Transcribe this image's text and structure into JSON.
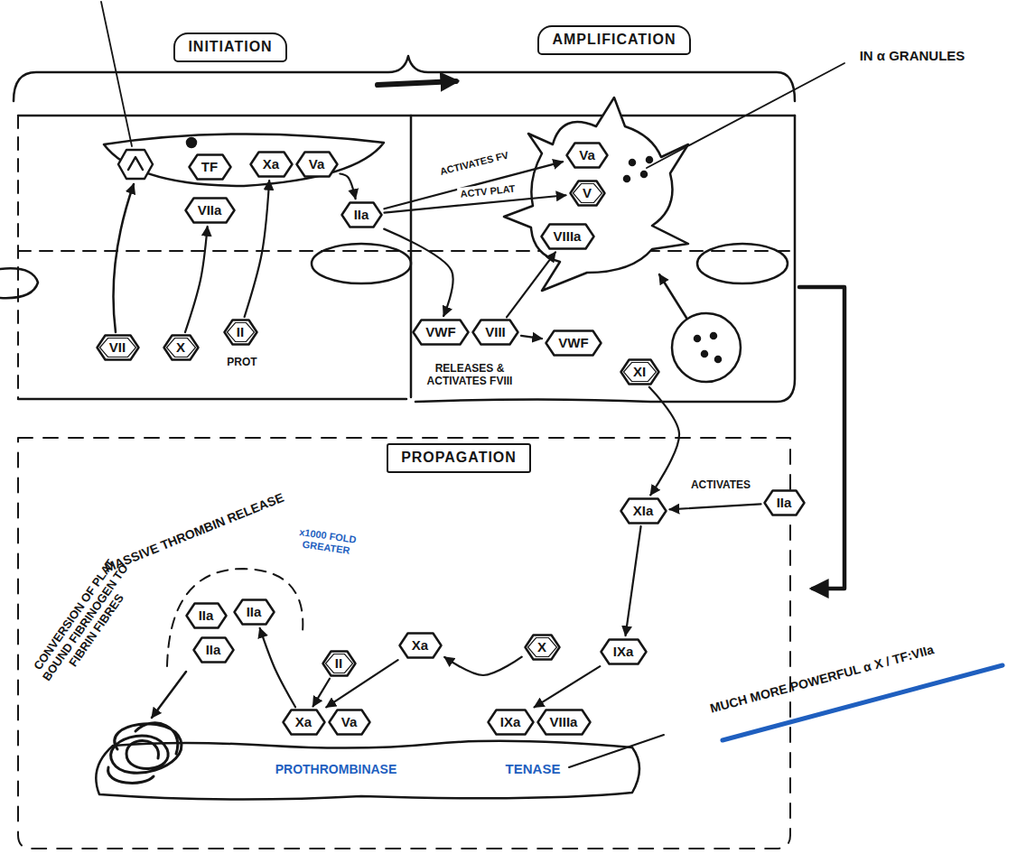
{
  "diagram": {
    "nodes": [
      {
        "text": [
          "INITIATION"
        ]
      },
      {
        "text": [
          "AMPLIFICATION"
        ]
      },
      {
        "text": [
          "PROPAGATION"
        ]
      },
      {
        "text": [
          "TF"
        ]
      },
      {
        "text": [
          "VIIa"
        ]
      },
      {
        "text": [
          "Xa"
        ]
      },
      {
        "text": [
          "Va"
        ]
      },
      {
        "text": [
          "VII"
        ]
      },
      {
        "text": [
          "X"
        ]
      },
      {
        "text": [
          "II"
        ]
      },
      {
        "text": [
          "IIa"
        ]
      },
      {
        "text": [
          "Va"
        ]
      },
      {
        "text": [
          "V"
        ]
      },
      {
        "text": [
          "VIIIa"
        ]
      },
      {
        "text": [
          "VWF"
        ]
      },
      {
        "text": [
          "VIII"
        ]
      },
      {
        "text": [
          "VWF"
        ]
      },
      {
        "text": [
          "XI"
        ]
      },
      {
        "text": [
          "IIa"
        ]
      },
      {
        "text": [
          "XIa"
        ]
      },
      {
        "text": [
          "IXa"
        ]
      },
      {
        "text": [
          "X"
        ]
      },
      {
        "text": [
          "Xa"
        ]
      },
      {
        "text": [
          "II"
        ]
      },
      {
        "text": [
          "IXa"
        ]
      },
      {
        "text": [
          "VIIIa"
        ]
      },
      {
        "text": [
          "Xa"
        ]
      },
      {
        "text": [
          "Va"
        ]
      },
      {
        "text": [
          "IIa"
        ]
      },
      {
        "text": [
          "IIa"
        ]
      },
      {
        "text": [
          "IIa"
        ]
      }
    ],
    "edges": [
      {
        "from": 8,
        "to": 4,
        "arrow": "to"
      },
      {
        "from": 9,
        "to": 5,
        "arrow": "to"
      },
      {
        "from": 6,
        "to": 10,
        "arrow": "to"
      },
      {
        "from": 10,
        "to": 11,
        "label": "ACTIVATES FV",
        "arrow": "to"
      },
      {
        "from": 10,
        "to": 12,
        "label": "ACTV PLAT",
        "arrow": "to"
      },
      {
        "from": 10,
        "to": 14,
        "arrow": "to"
      },
      {
        "from": 15,
        "to": 13,
        "arrow": "to"
      },
      {
        "from": 15,
        "to": 16,
        "arrow": "to"
      },
      {
        "from": 17,
        "to": 19,
        "arrow": "to"
      },
      {
        "from": 18,
        "to": 19,
        "label": "ACTIVATES",
        "arrow": "to"
      },
      {
        "from": 19,
        "to": 20,
        "arrow": "to"
      },
      {
        "from": 20,
        "to": 24,
        "arrow": "to"
      },
      {
        "from": 21,
        "to": 22,
        "arrow": "to"
      },
      {
        "from": 22,
        "to": 26,
        "arrow": "to"
      },
      {
        "from": 23,
        "to": 26,
        "arrow": "to"
      },
      {
        "from": 26,
        "to": 29,
        "arrow": "to"
      }
    ],
    "labels": [
      "PROT",
      "IN α GRANULES",
      "RELEASES & ACTIVATES FVIII",
      "MASSIVE THROMBIN RELEASE",
      "x1000 FOLD GREATER",
      "CONVERSION OF PLAT BOUND FIBRINOGEN TO FIBRIN FIBRES",
      "PROTHROMBINASE",
      "TENASE",
      "MUCH MORE POWERFUL α X / TF:VIIa"
    ]
  }
}
